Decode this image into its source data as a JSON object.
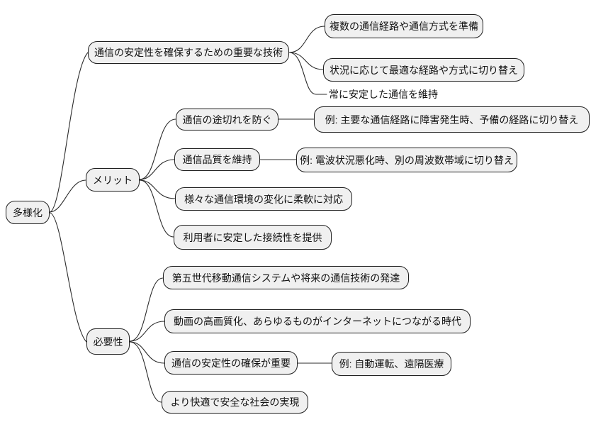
{
  "mindmap": {
    "root": {
      "label": "多様化"
    },
    "branches": [
      {
        "label": "通信の安定性を確保するための重要な技術",
        "children": [
          {
            "label": "複数の通信経路や通信方式を準備"
          },
          {
            "label": "状況に応じて最適な経路や方式に切り替え"
          },
          {
            "label": "常に安定した通信を維持"
          }
        ]
      },
      {
        "label": "メリット",
        "children": [
          {
            "label": "通信の途切れを防ぐ",
            "example": "例: 主要な通信経路に障害発生時、予備の経路に切り替え"
          },
          {
            "label": "通信品質を維持",
            "example": "例: 電波状況悪化時、別の周波数帯域に切り替え"
          },
          {
            "label": "様々な通信環境の変化に柔軟に対応"
          },
          {
            "label": "利用者に安定した接続性を提供"
          }
        ]
      },
      {
        "label": "必要性",
        "children": [
          {
            "label": "第五世代移動通信システムや将来の通信技術の発達"
          },
          {
            "label": "動画の高画質化、あらゆるものがインターネットにつながる時代"
          },
          {
            "label": "通信の安定性の確保が重要",
            "example": "例: 自動運転、遠隔医療"
          },
          {
            "label": "より快適で安全な社会の実現"
          }
        ]
      }
    ]
  },
  "theme": {
    "background": "#ffffff",
    "node-fill": "#f0f0f0",
    "node-border": "#1f1f1f",
    "edge": "#2b2b2b",
    "text": "#111111"
  }
}
